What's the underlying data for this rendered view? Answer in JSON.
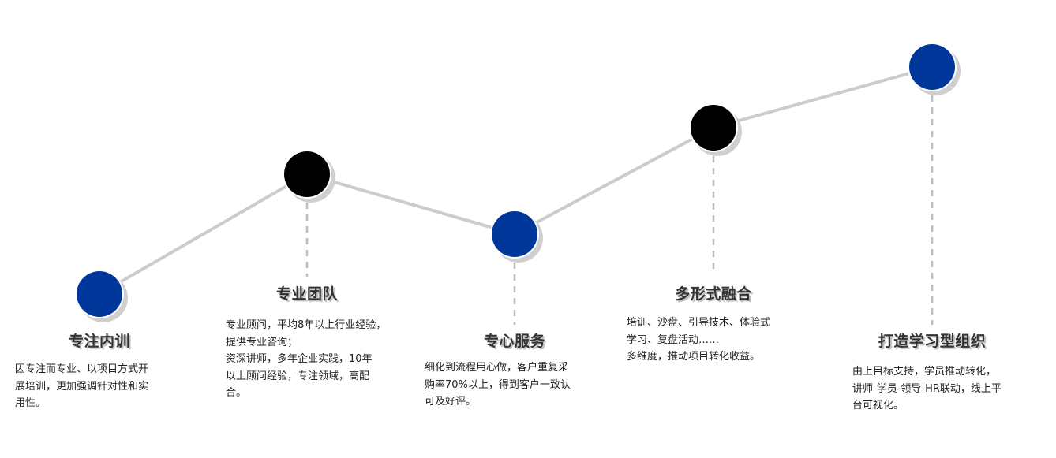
{
  "colors": {
    "line": "#cccccc",
    "dash": "#bbbbbb",
    "blue": "#00379a",
    "black": "#000000",
    "shadow": "#cfcfcf"
  },
  "steps": [
    {
      "title": "专注内训",
      "desc": "因专注而专业、以项目方式开\n展培训，更加强调针对性和实\n用性。",
      "dot": "blue"
    },
    {
      "title": "专业团队",
      "desc": "专业顾问，平均8年以上行业经验，\n提供专业咨询；\n资深讲师，多年企业实践，10年\n以上顾问经验，专注领域，高配\n合。",
      "dot": "black"
    },
    {
      "title": "专心服务",
      "desc": "细化到流程用心做，客户重复采\n购率70%以上，得到客户一致认\n可及好评。",
      "dot": "blue"
    },
    {
      "title": "多形式融合",
      "desc": "培训、沙盘、引导技术、体验式\n学习、复盘活动……\n多维度，推动项目转化收益。",
      "dot": "black"
    },
    {
      "title": "打造学习型组织",
      "desc": "由上目标支持，学员推动转化，\n讲师-学员-领导-HR联动，线上平\n台可视化。",
      "dot": "blue"
    }
  ]
}
